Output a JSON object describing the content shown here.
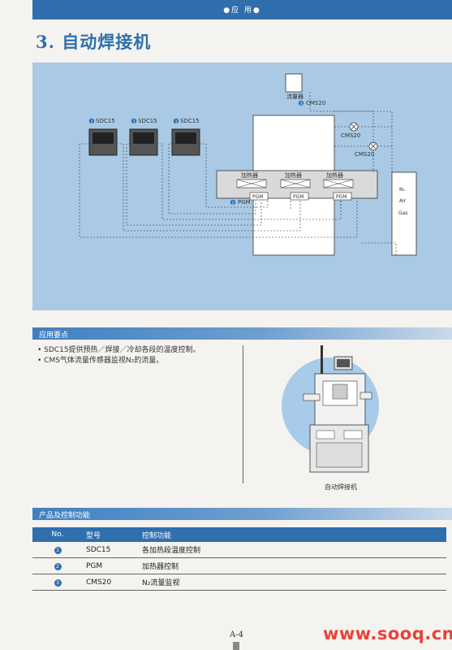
{
  "header": {
    "label": "●应 用●"
  },
  "page_title": "3. 自动焊接机",
  "diagram": {
    "controllers": [
      {
        "num": "1",
        "label": "SDC15"
      },
      {
        "num": "1",
        "label": "SDC15"
      },
      {
        "num": "1",
        "label": "SDC15"
      }
    ],
    "flow_meter": {
      "label": "流量器"
    },
    "cms_top": {
      "num": "3",
      "label": "CMS20"
    },
    "cms_mid": {
      "label": "CMS20"
    },
    "cms_bottom": {
      "label": "CMS20"
    },
    "heaters": [
      {
        "label": "加热器",
        "pgm": "PGM"
      },
      {
        "label": "加热器",
        "pgm": "PGM"
      },
      {
        "label": "加热器",
        "pgm": "PGM"
      }
    ],
    "pgm_note": {
      "num": "2",
      "label": "PGM"
    },
    "gases": [
      "N₂",
      "Air",
      "Gas"
    ]
  },
  "usage_section": {
    "title": "应用要点",
    "bullets": [
      "• SDC15提供预热／焊接／冷却各段的温度控制。",
      "• CMS气体流量传感器监视N₂的流量。"
    ]
  },
  "machine": {
    "caption": "自动焊接机"
  },
  "products_section": {
    "title": "产品及控制功能",
    "columns": [
      "No.",
      "型号",
      "控制功能"
    ],
    "rows": [
      {
        "no": "1",
        "model": "SDC15",
        "function": "各加热段温度控制"
      },
      {
        "no": "2",
        "model": "PGM",
        "function": "加热器控制"
      },
      {
        "no": "3",
        "model": "CMS20",
        "function": "N₂流量监视"
      }
    ]
  },
  "page_number": "A-4",
  "watermark": "www.sooq.cn"
}
